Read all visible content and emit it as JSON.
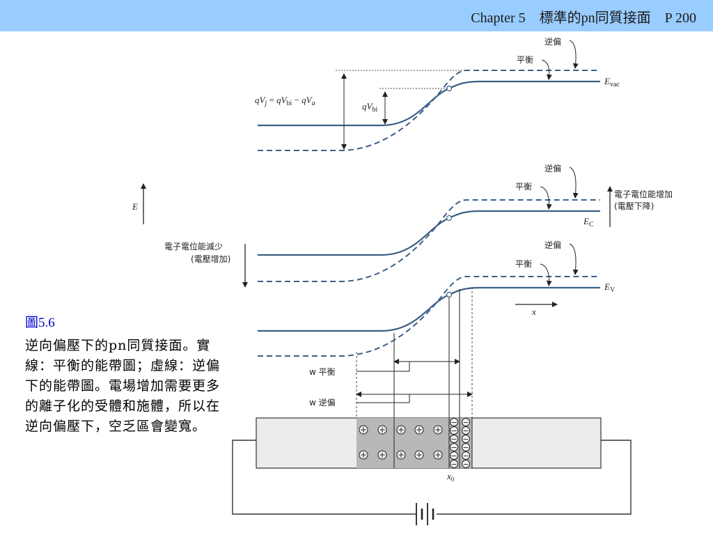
{
  "header": {
    "title": "Chapter 5　標準的pn同質接面　P 200"
  },
  "caption": {
    "number": "圖5.6",
    "text": "逆向偏壓下的pn同質接面。實線：平衡的能帶圖；虛線：逆偏下的能帶圖。電場增加需要更多的離子化的受體和施體，所以在逆向偏壓下，空乏區會變寬。"
  },
  "figure": {
    "label_reverse_1": "逆偏",
    "label_equilibrium_1": "平衡",
    "label_evac": "E",
    "label_evac_sub": "vac",
    "label_qvj": "qV",
    "label_qvj_eq": "j = qV",
    "label_qvj_bi": "bi",
    "label_qvj_minus": " − qV",
    "label_qvj_a": "a",
    "label_qvbi": "qV",
    "label_qvbi_sub": "bi",
    "label_reverse_2": "逆偏",
    "label_equilibrium_2": "平衡",
    "label_e_axis": "E",
    "label_increase": "電子電位能增加",
    "label_increase_paren": "(電壓下降)",
    "label_ec": "E",
    "label_ec_sub": "C",
    "label_decrease": "電子電位能減少",
    "label_decrease_paren": "(電壓增加)",
    "label_reverse_3": "逆偏",
    "label_equilibrium_3": "平衡",
    "label_ev": "E",
    "label_ev_sub": "V",
    "label_x": "x",
    "label_w_equilibrium": "w 平衡",
    "label_w_reverse": "w 逆偏",
    "label_x0": "x",
    "label_x0_sub": "0",
    "plus_sign": "+",
    "minus_sign": "−"
  },
  "colors": {
    "header_bg": "#99ccff",
    "band_line": "#3b5f86",
    "caption_number": "#0000cc"
  }
}
